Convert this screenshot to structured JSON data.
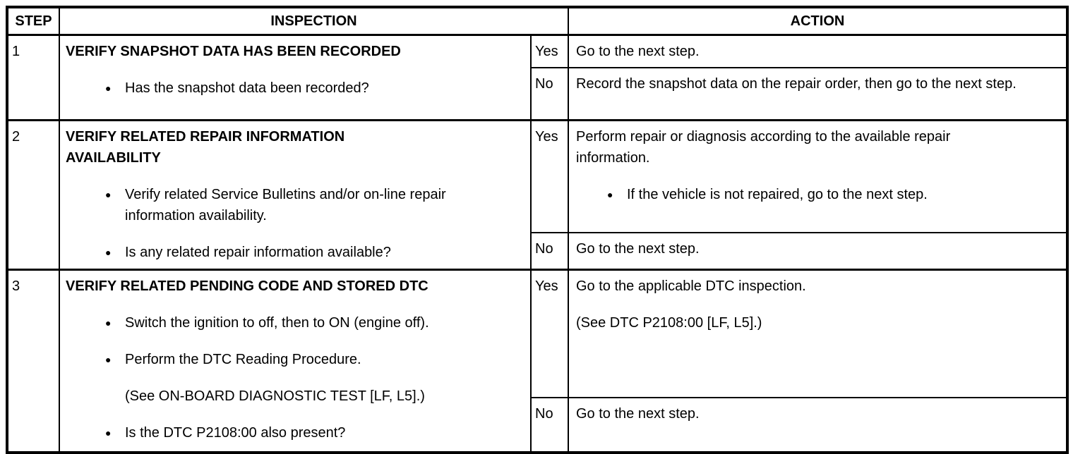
{
  "page": {
    "background": "#ffffff",
    "text_color": "#000000",
    "border_color": "#000000"
  },
  "bullet_char": "●",
  "header": {
    "step": "STEP",
    "inspection": "INSPECTION",
    "action": "ACTION"
  },
  "labels": {
    "yes": "Yes",
    "no": "No"
  },
  "steps": [
    {
      "number": "1",
      "title": "VERIFY SNAPSHOT DATA HAS BEEN RECORDED",
      "items": [
        {
          "type": "bullet",
          "text": "Has the snapshot data been recorded?"
        }
      ],
      "yes_action": {
        "text": "Go to the next step."
      },
      "no_action": {
        "text": "Record the snapshot data on the repair order, then go to the next step."
      }
    },
    {
      "number": "2",
      "title": "VERIFY RELATED REPAIR INFORMATION AVAILABILITY",
      "items": [
        {
          "type": "bullet",
          "text": "Verify related Service Bulletins and/or on-line repair information availability."
        },
        {
          "type": "bullet",
          "text": "Is any related repair information available?"
        }
      ],
      "yes_action": {
        "text": "Perform repair or diagnosis according to the available repair information.",
        "items": [
          {
            "type": "bullet",
            "text": "If the vehicle is not repaired, go to the next step."
          }
        ]
      },
      "no_action": {
        "text": "Go to the next step."
      }
    },
    {
      "number": "3",
      "title": "VERIFY RELATED PENDING CODE AND STORED DTC",
      "items": [
        {
          "type": "bullet",
          "text": "Switch the ignition to off, then to ON (engine off)."
        },
        {
          "type": "bullet",
          "text": "Perform the DTC Reading Procedure."
        },
        {
          "type": "note",
          "text": "(See ON-BOARD DIAGNOSTIC TEST [LF, L5].)"
        },
        {
          "type": "bullet",
          "text": "Is the DTC P2108:00 also present?"
        }
      ],
      "yes_action": {
        "text": "Go to the applicable DTC inspection.",
        "note": "(See DTC P2108:00 [LF, L5].)"
      },
      "no_action": {
        "text": "Go to the next step."
      }
    }
  ]
}
